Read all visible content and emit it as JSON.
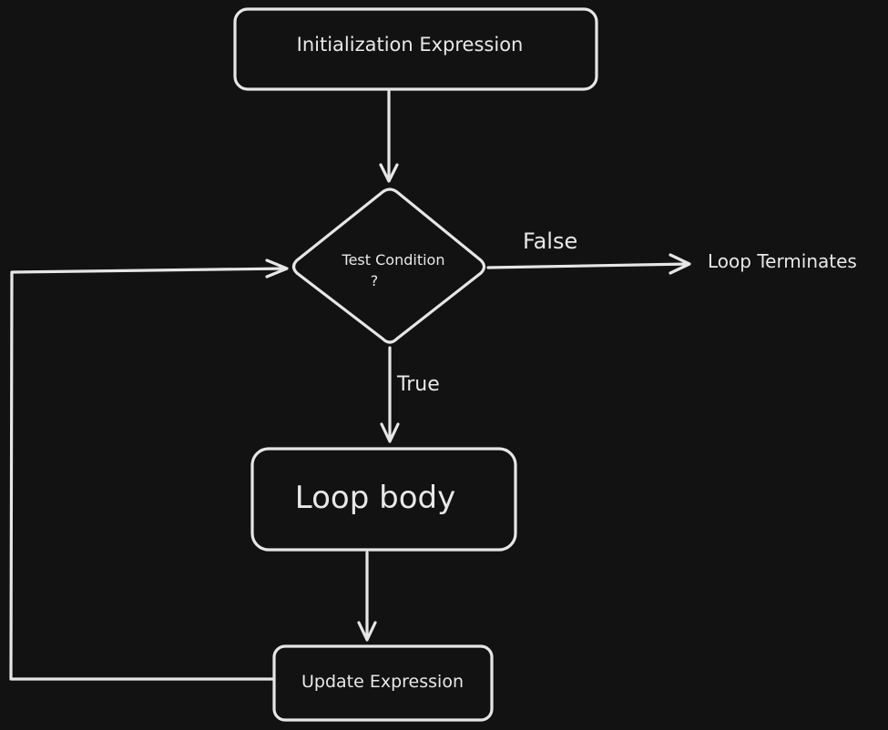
{
  "diagram": {
    "nodes": {
      "init": {
        "label": "Initialization Expression"
      },
      "condition": {
        "label_line1": "Test Condition",
        "label_line2": "?"
      },
      "body": {
        "label": "Loop body"
      },
      "update": {
        "label": "Update Expression"
      },
      "terminate": {
        "label": "Loop Terminates"
      }
    },
    "edges": {
      "false_label": "False",
      "true_label": "True"
    },
    "colors": {
      "background": "#121212",
      "stroke": "#e6e6e6",
      "text": "#e8e8e8"
    }
  }
}
